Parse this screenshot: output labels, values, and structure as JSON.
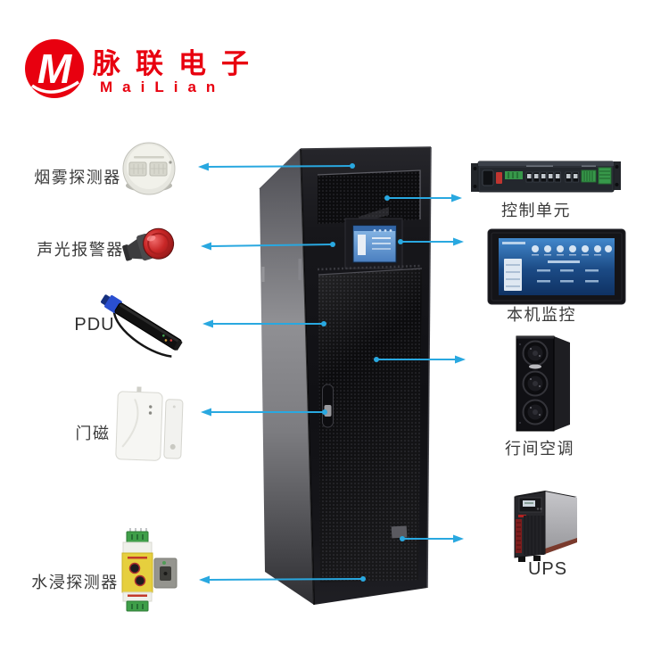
{
  "brand": {
    "logo_letter": "M",
    "name_cn": "脉联电子",
    "name_en": "MaiLian",
    "brand_color": "#e8000f"
  },
  "diagram": {
    "arrow_color": "#29a8e0",
    "center_object": "server-cabinet-with-touchscreen",
    "left_items": [
      {
        "label": "烟雾探测器",
        "icon": "smoke-detector-icon"
      },
      {
        "label": "声光报警器",
        "icon": "sound-light-alarm-icon"
      },
      {
        "label": "PDU",
        "icon": "pdu-icon"
      },
      {
        "label": "门磁",
        "icon": "door-magnet-sensor-icon"
      },
      {
        "label": "水浸探测器",
        "icon": "water-leak-detector-icon"
      }
    ],
    "right_items": [
      {
        "label": "控制单元",
        "icon": "control-unit-icon"
      },
      {
        "label": "本机监控",
        "icon": "local-monitor-icon"
      },
      {
        "label": "行间空调",
        "icon": "inrow-air-conditioner-icon"
      },
      {
        "label": "UPS",
        "icon": "ups-icon"
      }
    ]
  }
}
